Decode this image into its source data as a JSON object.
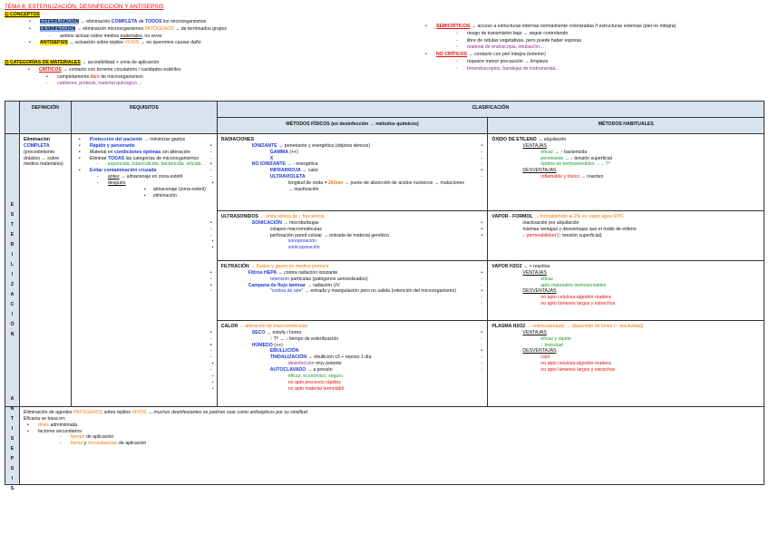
{
  "title": "TEMA 6: ESTERILIZACIÓN, DESINFECCIÓN Y ANTISEPSIS",
  "sec1": "1) CONCEPTOS",
  "sec2": "2) CATEGORÍAS DE MATERIALES",
  "concepts": {
    "ester_label": "ESTERILIZACIÓN",
    "ester_text_a": " → eliminación ",
    "ester_complete": "COMPLETA",
    "ester_text_b": " de ",
    "ester_todos": "TODOS",
    "ester_text_c": " los microorganismos",
    "desinf_label": "DESINFECCIÓN",
    "desinf_text_a": " → eliminación microorganismos ",
    "desinf_pat": "PATÓGENOS",
    "desinf_text_b": " → de terminados grupos",
    "ambos_a": "ambos actúan sobre medios ",
    "ambos_mat": "materiales",
    "ambos_b": ", no vivos",
    "antis_label": "ANTISEPSIS",
    "antis_text_a": " → actuación sobre tejidos ",
    "antis_vivos": "VIVOS",
    "antis_text_b": " → no queremos causar daño"
  },
  "categories": {
    "materiales_tail": " → accesibilidad + zona de aplicación",
    "criticos": "CRÍTICOS",
    "criticos_text": " → contacto con torrente circulatorio / cavidades estériles",
    "criticos_sub_a": "completamente ",
    "criticos_libre": "libre",
    "criticos_sub_b": " de microorganismos",
    "criticos_ex": "catéteres, prótesis, material quirúrgico…",
    "semicriticos": "SEMICRÍTICOS",
    "semicriticos_text": " → acceso a estructuras internas normalmente colonizadas // estructuras externas (piel no íntegra)",
    "semi_1": "riesgo de transmisión bajo → seguir controlando",
    "semi_2": "libre de células vegetativas, pero puede haber esporas",
    "semi_ex": "material de endoscopia, intubación…",
    "nocriticos": "NO CRÍTICOS",
    "nocriticos_text": " → contacto con piel íntegra (exterior)",
    "noc_1": "requiere menor precaución → limpieza",
    "noc_ex": "fonendoscopios, bandejas de instrumental…"
  },
  "table": {
    "h_def": "DEFINICIÓN",
    "h_req": "REQUISITOS",
    "h_clas": "CLASIFICACIÓN",
    "h_fis": "MÉTODOS FÍSICOS (en desinfección → métodos químicos)",
    "h_hab": "MÉTODOS HABITUALES",
    "side_ester": [
      "E",
      "S",
      "T",
      "E",
      "R",
      "I",
      "L",
      "I",
      "Z",
      "A",
      "C",
      "I",
      "Ó",
      "N"
    ],
    "side_antis": [
      "A",
      "N",
      "T",
      "I",
      "S",
      "E",
      "P",
      "S",
      "I",
      "S"
    ],
    "def_a": "Eliminación ",
    "def_comp": "COMPLETA",
    "def_b": " (procedimiento drástico → sobre medios materiales)",
    "req": {
      "r1_a": "Protección del paciente",
      "r1_b": " → minimizar gastos",
      "r2": "Rápido y penetrante",
      "r3_a": "Material en ",
      "r3_cond": "condiciones óptimas",
      "r3_b": " sin alteración",
      "r4_a": "Eliminar ",
      "r4_todas": "TODAS",
      "r4_b": " las categorías de microorganismos",
      "r4_sub": "esporicida, tuberculicida, bactericida, viricida…",
      "r5": "Evitar contaminación cruzada",
      "r5_antes": "antes",
      "r5_antes_b": " → almacenaje en zona estéril",
      "r5_despues": "después",
      "r5_d1": "almacenaje (zona estéril)",
      "r5_d2": "eliminación"
    },
    "rad": {
      "title": "RADIACIONES",
      "ion": "IONIZANTE",
      "ion_b": " → penetrante y energética (objetos densos)",
      "gamma": "GAMMA",
      "gamma_b": " (++)",
      "x": "X",
      "noion": "NO IONIZANTE",
      "noion_b": " → - energética",
      "ir": "INFRARROJA",
      "ir_b": " → calor",
      "uv": "ULTRAVIOLETA",
      "uv_1a": "longitud de onda = ",
      "uv_1n": "260nm",
      "uv_1b": " → punto de absorción de ácidos nucleicos → mutaciones → inactivación"
    },
    "ultra": {
      "title": "ULTRASONIDOS",
      "title_b": " → onda sónica de ↑ frecuencia",
      "son": "SONICACIÓN",
      "son_b": " → microburbujas",
      "s1": "colapso macromoléculas",
      "s2": "perforación pared celular → entrada de material genético",
      "s3": "sonoporación",
      "s4": "sonicoporación"
    },
    "filt": {
      "title": "FILTRACIÓN",
      "title_b": " → fluidos y gases en medios porosos",
      "hepa": "Filtros HEPA",
      "hepa_b": " → contra radiación ionizante",
      "ret_a": "retención",
      "ret_b": " partículas (patógenos aerosolizados)",
      "camp": "Campana de flujo laminar",
      "camp_b": " → radiación UV",
      "cort": "\"cortina de aire\"",
      "cort_b": " → entrada y manipulación pero no salida (retención del microorganismo)"
    },
    "calor": {
      "title": "CALOR",
      "title_b": " → alteración de macromoléculas",
      "seco": "SECO",
      "seco_b": " → estufa / horno",
      "seco_1": "↑ Tª → ↓ tiempo de esterilización",
      "hum": "HÚMEDO",
      "hum_b": " (++)",
      "ebu": "EBULLICIÓN",
      "tynd": "TINDALIZACIÓN",
      "tynd_b": " → ebullición x3 + reposo 1 día",
      "tynd_1a": "desinfección",
      "tynd_1b": " muy potente",
      "auto": "AUTOCLAVADO",
      "auto_b": " → a presión",
      "auto_1": "eficaz, económico, seguro",
      "auto_2": "no apto procesos rápidos",
      "auto_3": "no apto material termolábil"
    },
    "oxi": {
      "title": "ÓXIDO DE ETILENO",
      "title_b": " → alquilación",
      "vent": "VENTAJAS",
      "v1a": "eficaz",
      "v1b": " → ↑ bactericida",
      "v2a": "penetrante",
      "v2b": " → ↓ tensión superficial",
      "v3": "óptimo en termosensibles → ↓ Tª",
      "desv": "DESVENTAJAS",
      "d1": "inflamable y tóxico",
      "d1b": " → reactivo"
    },
    "form": {
      "title": "VAPOR - FORMOL",
      "title_b": " → formaldehído al 2% en vapor agua 60ºC",
      "f1": "inactivación por alquilación",
      "f2": "mismas ventajas y desventajas que el óxido de etileno",
      "f3a": "↓ permeabilidad",
      "f3b": " (↑ tensión superficial)"
    },
    "h2o2": {
      "title": "VAPOR H2O2",
      "title_b": " → + reactiva",
      "vent": "VENTAJAS",
      "v1": "eficaz",
      "v2": "apto materiales termosensibles",
      "desv": "DESVENTAJAS",
      "d1": "no apto celulosa-algodón-madera",
      "d2": "no apto lúmenes largos y estrechos"
    },
    "plasma": {
      "title": "PLASMA H2O2",
      "title_b": " → sobrecalentado → dispersión de iones (↑ reactividad)",
      "vent": "VENTAJAS",
      "v1": "eficaz y rápido",
      "v2": "↓ toxicidad",
      "desv": "DESVENTAJAS",
      "d1": "caro",
      "d2": "no apto celulosa-algodón-madera",
      "d3": "no apto lúmenes largos y estrechos"
    },
    "antis": {
      "l1a": "Eliminación de agentes ",
      "l1pat": "PATÓGENOS",
      "l1b": " sobre tejidos ",
      "l1viv": "VIVOS",
      "l1c": " → muchos desinfectantes se podrían usar como antisépticos por su similitud",
      "l2": "Eficacia se basa en:",
      "l3a": "dosis",
      "l3b": " administrada",
      "l4": "factores secundarios:",
      "l5a": "tiempo",
      "l5b": " de aplicación",
      "l6a": "forma",
      "l6b": " y ",
      "l6c": "circunstancias",
      "l6d": " de aplicación"
    }
  }
}
